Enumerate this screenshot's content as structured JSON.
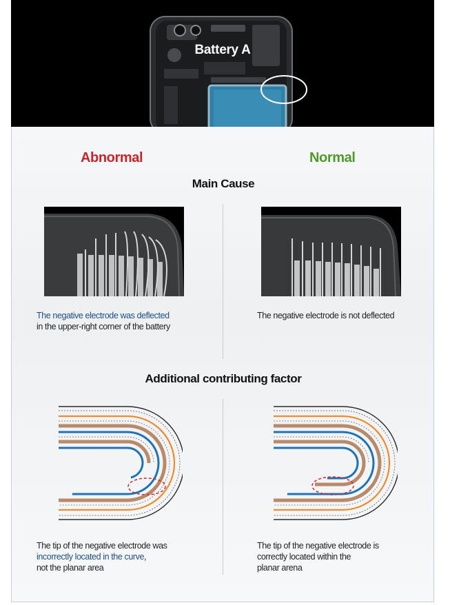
{
  "hero": {
    "title": "Battery A"
  },
  "labels": {
    "abnormal": "Abnormal",
    "normal": "Normal"
  },
  "sections": {
    "main_cause": "Main Cause",
    "additional": "Additional contributing factor"
  },
  "captions": {
    "abnormal_main_highlight": "The negative electrode was deflected",
    "abnormal_main_rest": "in the upper-right corner of the battery",
    "normal_main": "The negative electrode is not deflected",
    "abnormal_add_line1": "The tip of the negative electrode was",
    "abnormal_add_highlight": "incorrectly located in the curve",
    "abnormal_add_comma": ",",
    "abnormal_add_line3": "not the planar area",
    "normal_add_line1": "The tip of the negative electrode is",
    "normal_add_line2": "correctly located within the",
    "normal_add_line3": "planar arena"
  },
  "colors": {
    "abnormal": "#c8242b",
    "normal": "#4f9a2a",
    "highlight_text": "#1c4f8c",
    "electrode_blue": "#1e73b8",
    "electrode_orange": "#ef8a2e",
    "electrode_tan": "#b98a6a",
    "callout_red": "#d9252b"
  }
}
